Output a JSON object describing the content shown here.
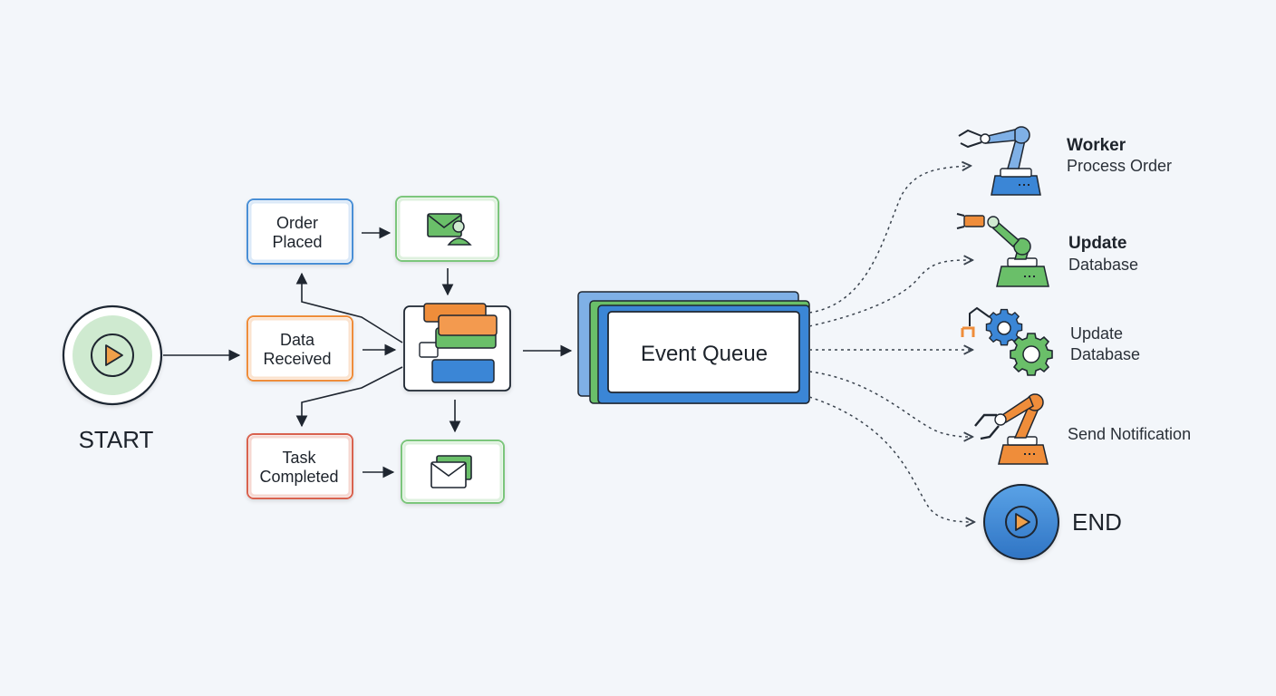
{
  "start": {
    "label": "START"
  },
  "end": {
    "label": "END"
  },
  "events": {
    "order_placed": {
      "line1": "Order",
      "line2": "Placed"
    },
    "data_received": {
      "line1": "Data",
      "line2": "Received"
    },
    "task_completed": {
      "line1": "Task",
      "line2": "Completed"
    }
  },
  "queue": {
    "label": "Event Queue"
  },
  "workers": [
    {
      "title": "Worker",
      "subtitle": "Process Order",
      "icon": "robot-arm-blue-icon"
    },
    {
      "title": "Update",
      "subtitle": "Database",
      "icon": "robot-arm-green-icon"
    },
    {
      "title": "",
      "subtitle": "Update Database",
      "subtitle_line1": "Update",
      "subtitle_line2": "Database",
      "icon": "gears-icon"
    },
    {
      "title": "",
      "subtitle": "Send Notification",
      "icon": "robot-arm-orange-icon"
    }
  ],
  "colors": {
    "blue": "#4a8fd6",
    "green": "#6abf69",
    "orange": "#ef8d3a",
    "red": "#d9624f",
    "ink": "#1f2630"
  }
}
